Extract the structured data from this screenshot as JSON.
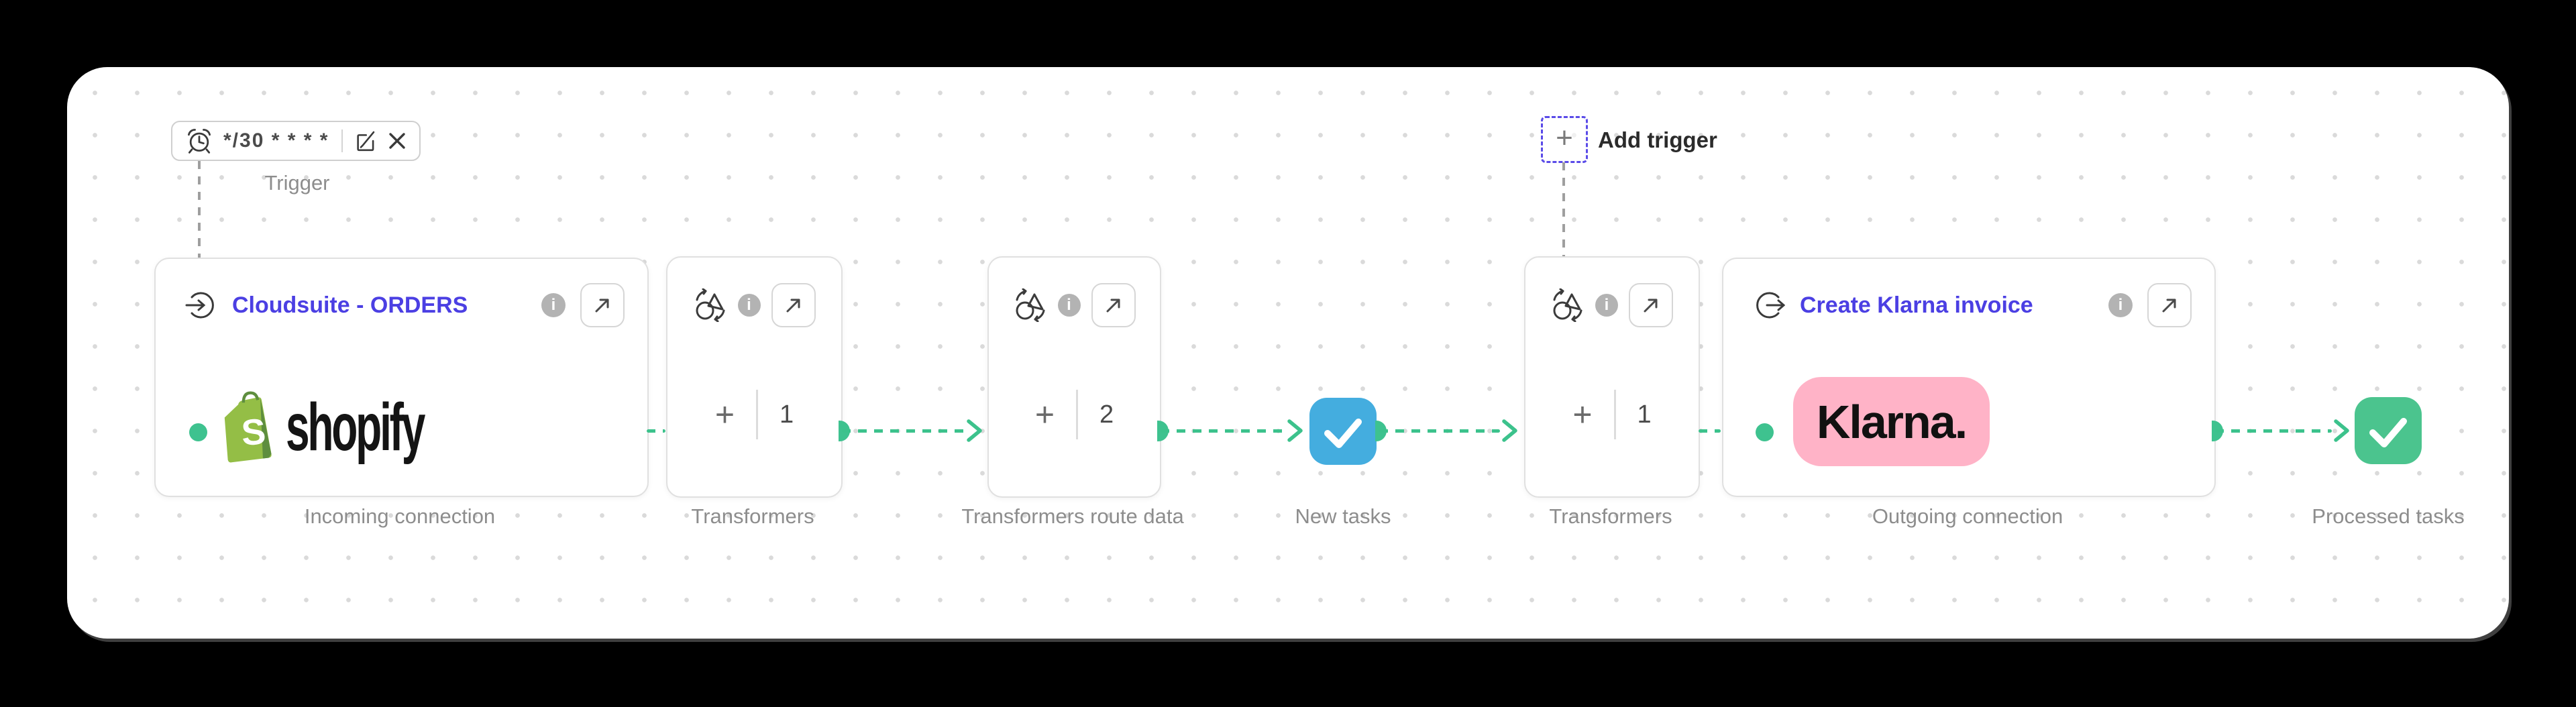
{
  "trigger": {
    "cron": "*/30 * * * *",
    "label": "Trigger"
  },
  "add_trigger": {
    "plus": "+",
    "label": "Add trigger"
  },
  "icons": {
    "info_glyph": "i"
  },
  "nodes": {
    "incoming": {
      "title": "Cloudsuite - ORDERS",
      "label": "Incoming connection",
      "logo_letter": "S",
      "logo_wordmark": "shopify"
    },
    "transformers1": {
      "plus": "+",
      "count": "1",
      "label": "Transformers"
    },
    "route": {
      "plus": "+",
      "count": "2",
      "label": "Transformers route data"
    },
    "new_tasks": {
      "label": "New tasks"
    },
    "transformers2": {
      "plus": "+",
      "count": "1",
      "label": "Transformers"
    },
    "outgoing": {
      "title": "Create Klarna invoice",
      "label": "Outgoing connection",
      "logo_text": "Klarna."
    },
    "processed": {
      "label": "Processed tasks"
    }
  },
  "colors": {
    "accent_purple": "#4b3fe3",
    "connector_green": "#3cc28c",
    "port_green": "#3ec28f",
    "new_tasks_blue": "#44addf",
    "processed_green": "#4bc48e",
    "klarna_pink": "#ffb3c7",
    "shopify_green": "#94be46",
    "shopify_dark_green": "#5e8e3e"
  }
}
